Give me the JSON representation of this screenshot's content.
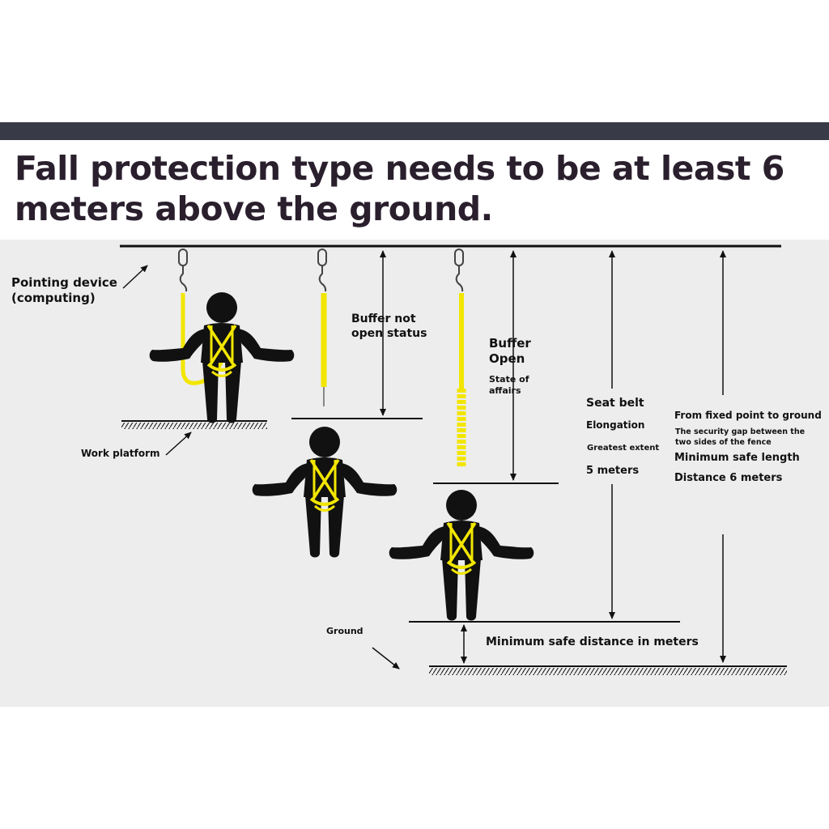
{
  "headline": {
    "line1": "Fall protection type needs to be at least 6",
    "line2": "meters above the ground."
  },
  "labels": {
    "pointing_device_1": "Pointing device",
    "pointing_device_2": "(computing)",
    "buffer_not_open_1": "Buffer not",
    "buffer_not_open_2": "open status",
    "buffer_open_1": "Buffer",
    "buffer_open_2": "Open",
    "state_of_affairs_1": "State of",
    "state_of_affairs_2": "affairs",
    "seat_belt": "Seat belt",
    "elongation": "Elongation",
    "greatest_extent": "Greatest extent",
    "five_meters": "5 meters",
    "fixed_point_to_ground": "From fixed point to ground",
    "security_gap_1": "The security gap between the",
    "security_gap_2": "two sides of the fence",
    "minimum_safe_length": "Minimum safe length",
    "distance_six_meters": "Distance 6 meters",
    "work_platform": "Work platform",
    "ground": "Ground",
    "minimum_safe_distance": "Minimum safe distance in meters"
  },
  "colors": {
    "top_bar": "#383a47",
    "headline": "#2a1f2d",
    "panel": "#ededed",
    "lanyard": "#f2e600",
    "figure": "#111111"
  },
  "icons": {
    "anchor": "carabiner-icon",
    "person": "worker-silhouette-icon",
    "pointer": "arrow-icon"
  }
}
